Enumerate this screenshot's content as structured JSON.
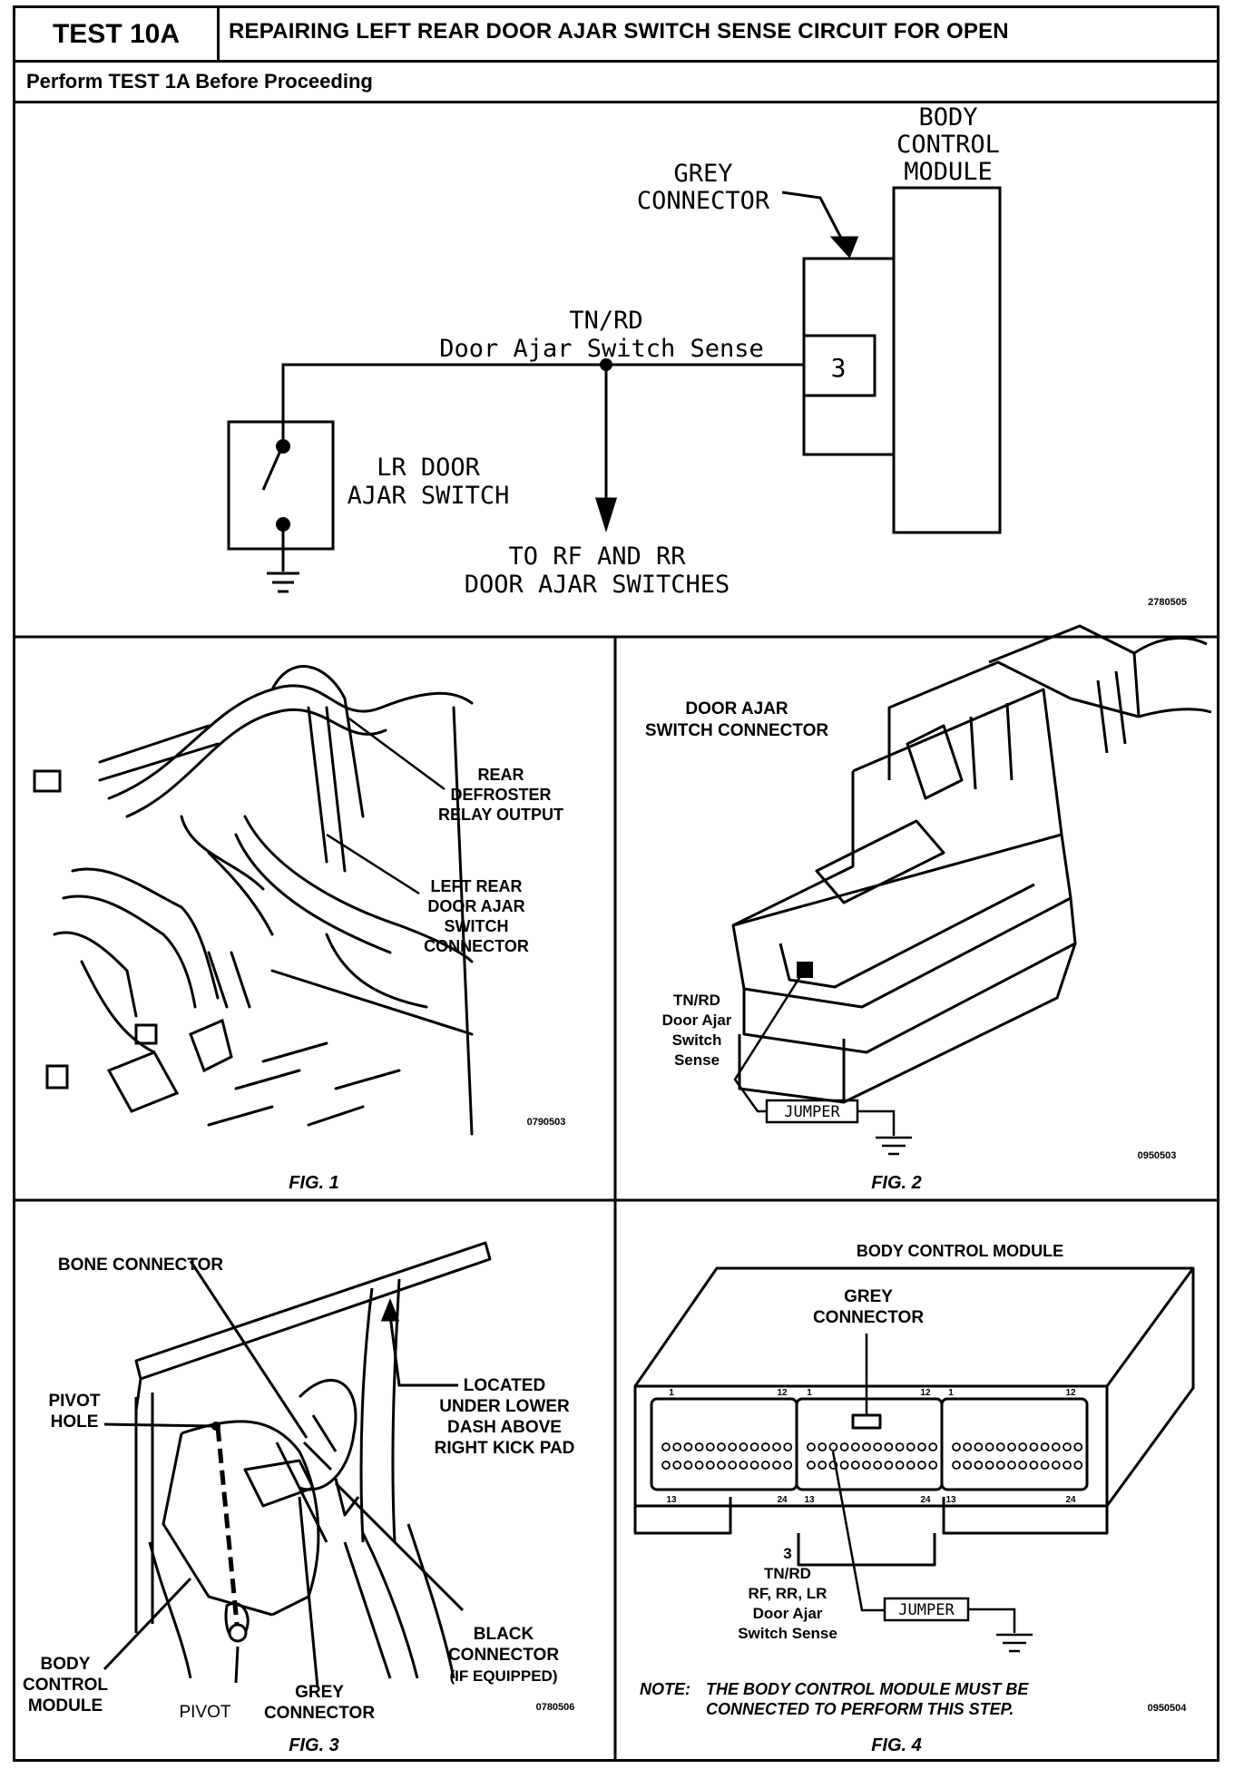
{
  "header": {
    "test_id": "TEST 10A",
    "title": "REPAIRING LEFT REAR DOOR AJAR SWITCH SENSE CIRCUIT FOR OPEN",
    "prerequisite": "Perform TEST 1A Before Proceeding"
  },
  "schematic": {
    "bcm_label": [
      "BODY",
      "CONTROL",
      "MODULE"
    ],
    "grey_connector_label": [
      "GREY",
      "CONNECTOR"
    ],
    "pin": "3",
    "wire_color": "TN/RD",
    "wire_name": "Door Ajar Switch Sense",
    "switch_label": [
      "LR DOOR",
      "AJAR SWITCH"
    ],
    "branch_label": [
      "TO RF AND RR",
      "DOOR AJAR SWITCHES"
    ],
    "ref": "2780505"
  },
  "fig1": {
    "caption": "FIG. 1",
    "callout_defroster": [
      "REAR",
      "DEFROSTER",
      "RELAY OUTPUT"
    ],
    "callout_connector": [
      "LEFT REAR",
      "DOOR AJAR",
      "SWITCH",
      "CONNECTOR"
    ],
    "ref": "0790503"
  },
  "fig2": {
    "caption": "FIG. 2",
    "title": [
      "DOOR AJAR",
      "SWITCH CONNECTOR"
    ],
    "wire": [
      "TN/RD",
      "Door Ajar",
      "Switch",
      "Sense"
    ],
    "jumper": "JUMPER",
    "ref": "0950503"
  },
  "fig3": {
    "caption": "FIG. 3",
    "bone_connector": "BONE CONNECTOR",
    "pivot_hole": [
      "PIVOT",
      "HOLE"
    ],
    "located": [
      "LOCATED",
      "UNDER LOWER",
      "DASH ABOVE",
      "RIGHT KICK PAD"
    ],
    "black_connector": [
      "BLACK",
      "CONNECTOR",
      "(IF EQUIPPED)"
    ],
    "body_control_module": [
      "BODY",
      "CONTROL",
      "MODULE"
    ],
    "pivot": "PIVOT",
    "grey_connector": [
      "GREY",
      "CONNECTOR"
    ],
    "ref": "0780506"
  },
  "fig4": {
    "caption": "FIG. 4",
    "title": "BODY CONTROL MODULE",
    "grey_connector": [
      "GREY",
      "CONNECTOR"
    ],
    "pin_numbers": [
      "1",
      "12",
      "1",
      "12",
      "1",
      "12",
      "13",
      "24",
      "13",
      "24",
      "13",
      "24"
    ],
    "wire": [
      "3",
      "TN/RD",
      "RF, RR, LR",
      "Door Ajar",
      "Switch Sense"
    ],
    "jumper": "JUMPER",
    "note_label": "NOTE:",
    "note": [
      "THE BODY CONTROL MODULE MUST BE",
      "CONNECTED TO PERFORM THIS STEP."
    ],
    "ref": "0950504"
  }
}
